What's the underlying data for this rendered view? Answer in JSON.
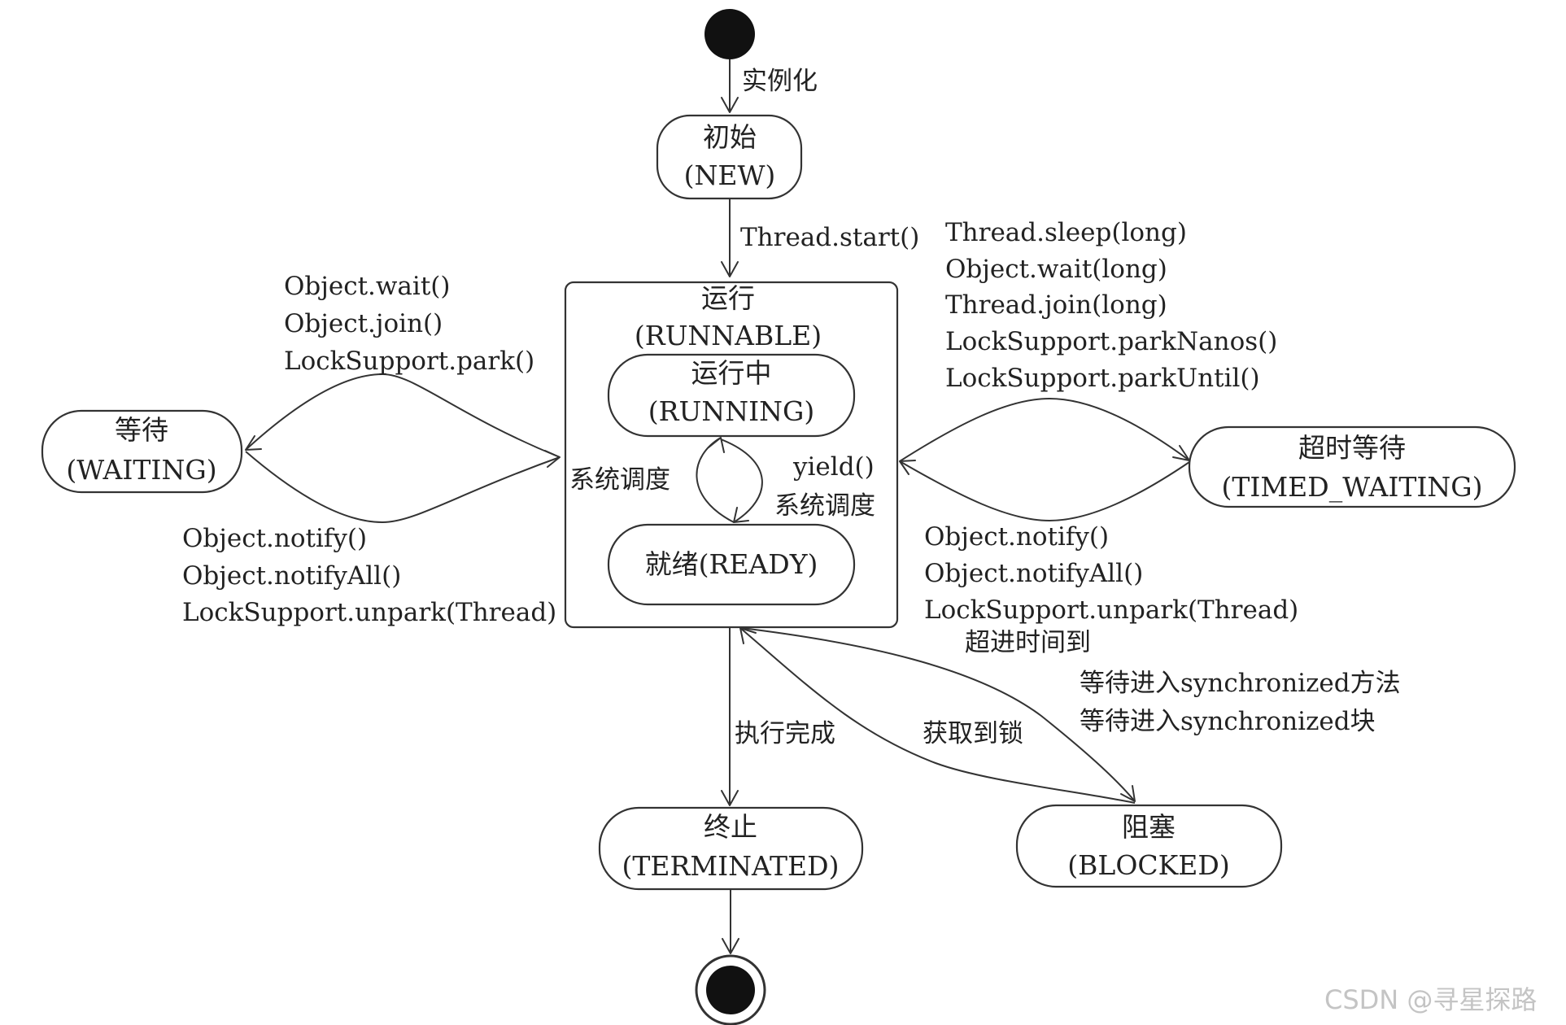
{
  "states": {
    "new": {
      "name": "初始",
      "code": "(NEW)"
    },
    "runnable": {
      "name": "运行",
      "code": "(RUNNABLE)"
    },
    "running": {
      "name": "运行中",
      "code": "(RUNNING)"
    },
    "ready": {
      "name": "就绪(READY)"
    },
    "waiting": {
      "name": "等待",
      "code": "(WAITING)"
    },
    "timed_waiting": {
      "name": "超时等待",
      "code": "(TIMED_WAITING)"
    },
    "terminated": {
      "name": "终止",
      "code": "(TERMINATED)"
    },
    "blocked": {
      "name": "阻塞",
      "code": "(BLOCKED)"
    }
  },
  "transitions": {
    "instantiate": "实例化",
    "start": "Thread.start()",
    "to_waiting": [
      "Object.wait()",
      "Object.join()",
      "LockSupport.park()"
    ],
    "from_waiting": [
      "Object.notify()",
      "Object.notifyAll()",
      "LockSupport.unpark(Thread)"
    ],
    "to_timed_waiting": [
      "Thread.sleep(long)",
      "Object.wait(long)",
      "Thread.join(long)",
      "LockSupport.parkNanos()",
      "LockSupport.parkUntil()"
    ],
    "from_timed_waiting": [
      "Object.notify()",
      "Object.notifyAll()",
      "LockSupport.unpark(Thread)",
      "超进时间到"
    ],
    "schedule_left": "系统调度",
    "yield": "yield()",
    "schedule_right": "系统调度",
    "finish": "执行完成",
    "acquire_lock": "获取到锁",
    "to_blocked": [
      "等待进入synchronized方法",
      "等待进入synchronized块"
    ]
  },
  "watermark": "CSDN @寻星探路",
  "colors": {
    "stroke": "#333333",
    "text": "#222222",
    "dot": "#111111",
    "watermark": "#c4c4c4"
  }
}
